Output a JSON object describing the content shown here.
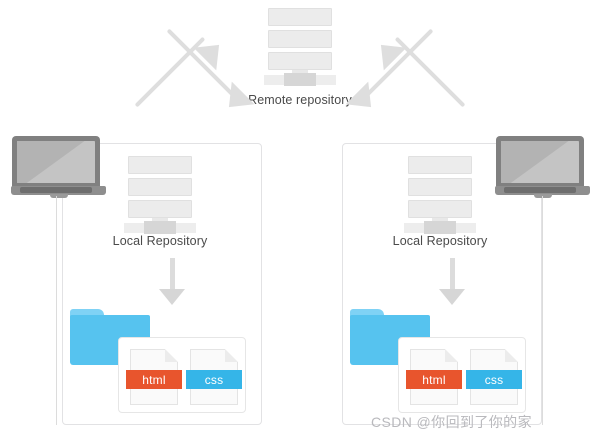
{
  "diagram": {
    "title": "Git distributed version control diagram",
    "background_color": "#ffffff",
    "remote": {
      "label": "Remote repository",
      "icon": "server-icon"
    },
    "nodes": [
      {
        "id": "left",
        "local_label": "Local Repository",
        "laptop_icon": "laptop-icon",
        "server_icon": "server-icon",
        "folder_icon": "folder-icon",
        "files": [
          {
            "name": "html",
            "color": "#e8552d"
          },
          {
            "name": "css",
            "color": "#35b5e8"
          }
        ]
      },
      {
        "id": "right",
        "local_label": "Local Repository",
        "laptop_icon": "laptop-icon",
        "server_icon": "server-icon",
        "folder_icon": "folder-icon",
        "files": [
          {
            "name": "html",
            "color": "#e8552d"
          },
          {
            "name": "css",
            "color": "#35b5e8"
          }
        ]
      }
    ],
    "arrows": {
      "color": "#dedede",
      "down_color": "#d6d6d6",
      "left_up": "push-to-remote",
      "left_down": "pull-from-remote",
      "right_up": "push-to-remote",
      "right_down": "pull-from-remote",
      "down": "checkout-to-working-directory"
    },
    "colors": {
      "panel_border": "#e2e2e4",
      "server_fill": "#ececec",
      "laptop_body": "#808080",
      "folder_blue": "#56c3ef",
      "folder_tab_blue": "#7fd2f5",
      "html_orange": "#e8552d",
      "css_blue": "#35b5e8",
      "text": "#4a4a4a"
    }
  },
  "watermark": {
    "text": "CSDN @你回到了你的家"
  }
}
